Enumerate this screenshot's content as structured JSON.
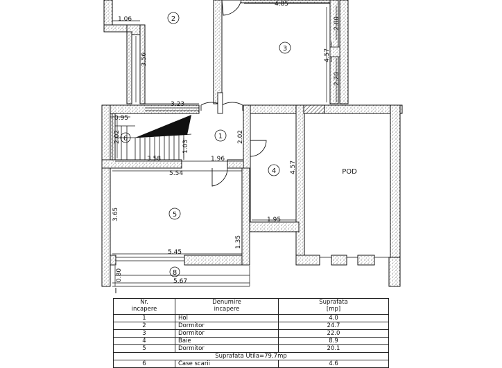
{
  "dimensions": {
    "d_106": "1.06",
    "d_485": "4.85",
    "d_200": "2.00",
    "d_356": "3.56",
    "d_457a": "4.57",
    "d_220": "2.20",
    "d_323": "3.23",
    "d_095": "0.95",
    "d_202a": "2.02",
    "d_202b": "2.02",
    "d_103": "1.03",
    "d_358": "3.58",
    "d_196": "1.96",
    "d_554": "5.54",
    "d_457b": "4.57",
    "d_365": "3.65",
    "d_195": "1.95",
    "d_135": "1.35",
    "d_545": "5.45",
    "d_080": "0.80",
    "d_567": "5.67"
  },
  "rooms": {
    "r1": "1",
    "r2": "2",
    "r3": "3",
    "r4": "4",
    "r5": "5",
    "r6": "6",
    "r8": "8",
    "pod": "POD"
  },
  "legend": {
    "headers": {
      "nr": "Nr.\nincapere",
      "name": "Denumire\nincapere",
      "area": "Suprafata\n[mp]"
    },
    "rows": [
      {
        "nr": "1",
        "name": "Hol",
        "area": "4.0"
      },
      {
        "nr": "2",
        "name": "Dormitor",
        "area": "24.7"
      },
      {
        "nr": "3",
        "name": "Dormitor",
        "area": "22.0"
      },
      {
        "nr": "4",
        "name": "Baie",
        "area": "8.9"
      },
      {
        "nr": "5",
        "name": "Dormitor",
        "area": "20.1"
      }
    ],
    "summary": "Suprafata  Utila=79.7mp",
    "partial_row": {
      "nr": "6",
      "name": "Case scarii",
      "area": "4.6"
    }
  }
}
